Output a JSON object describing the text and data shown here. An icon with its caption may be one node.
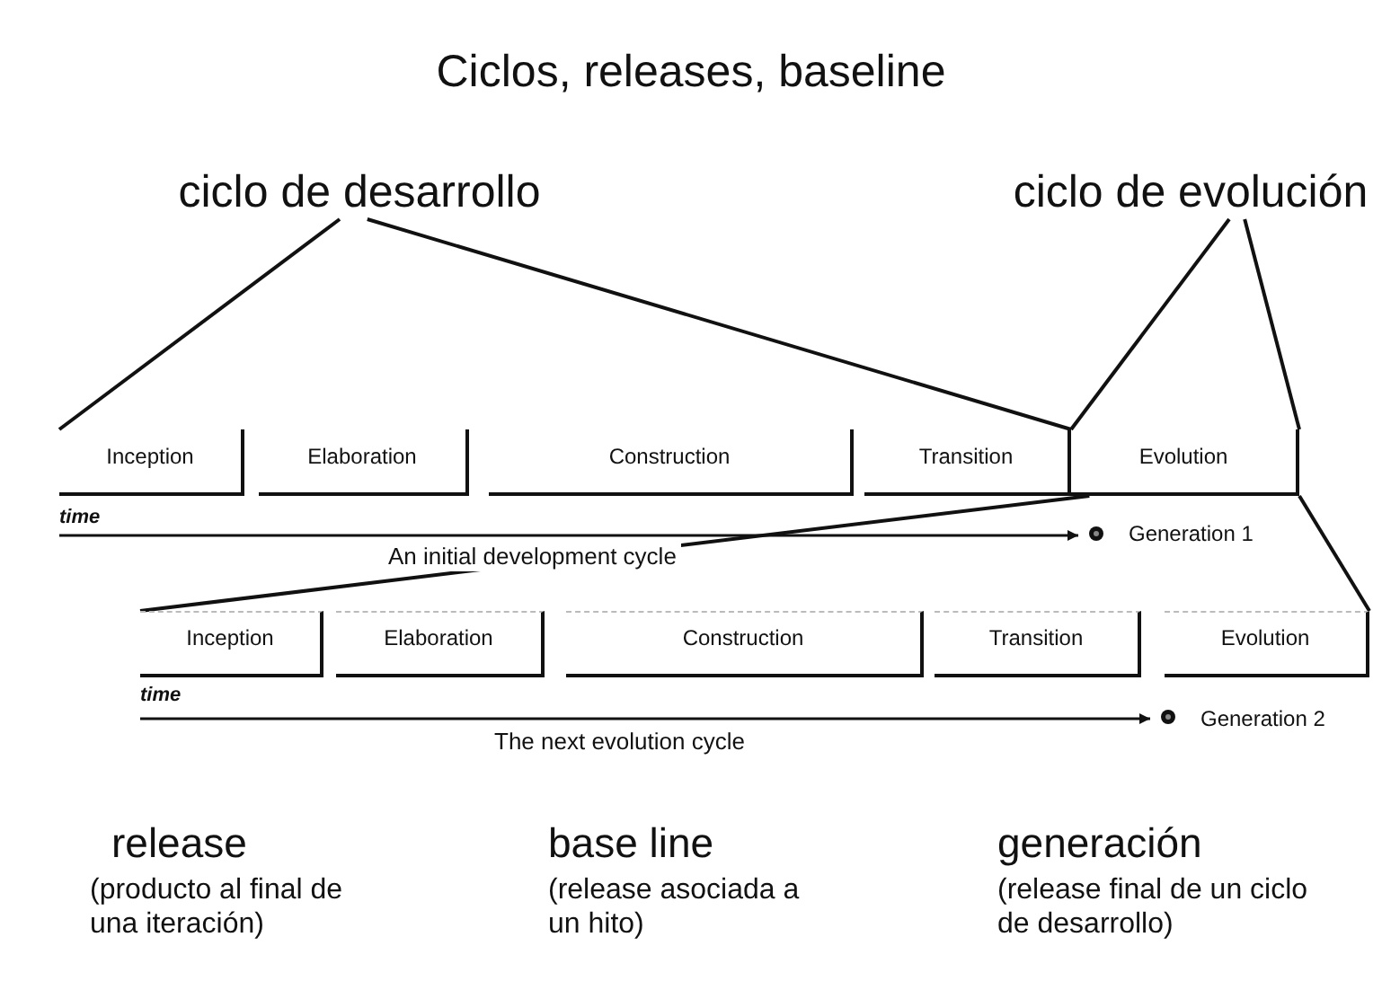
{
  "diagram": {
    "title": "Ciclos, releases, baseline",
    "nodes": [
      {
        "text": [
          "ciclo de desarrollo"
        ]
      },
      {
        "text": [
          "ciclo de evolución"
        ]
      },
      {
        "text": [
          "Inception"
        ]
      },
      {
        "text": [
          "Elaboration"
        ]
      },
      {
        "text": [
          "Construction"
        ]
      },
      {
        "text": [
          "Transition"
        ]
      },
      {
        "text": [
          "Evolution"
        ]
      },
      {
        "text": [
          "Inception"
        ]
      },
      {
        "text": [
          "Elaboration"
        ]
      },
      {
        "text": [
          "Construction"
        ]
      },
      {
        "text": [
          "Transition"
        ]
      },
      {
        "text": [
          "Evolution"
        ]
      }
    ],
    "edges": [
      {
        "from": 0,
        "to": 2,
        "arrow": "none"
      },
      {
        "from": 0,
        "to": 5,
        "arrow": "none"
      },
      {
        "from": 1,
        "to": 6,
        "arrow": "none"
      },
      {
        "from": 1,
        "to": 6,
        "arrow": "none"
      },
      {
        "from": 6,
        "to": 7,
        "arrow": "none"
      },
      {
        "from": 6,
        "to": 11,
        "arrow": "none"
      }
    ],
    "labels": [
      "time",
      "Generation 1",
      "An initial development cycle",
      "time",
      "Generation 2",
      "The next evolution cycle",
      "release",
      "base line",
      "generación",
      "(producto al final de una iteración)",
      "(release asociada a un hito)",
      "(release final de un ciclo de desarrollo)"
    ]
  }
}
